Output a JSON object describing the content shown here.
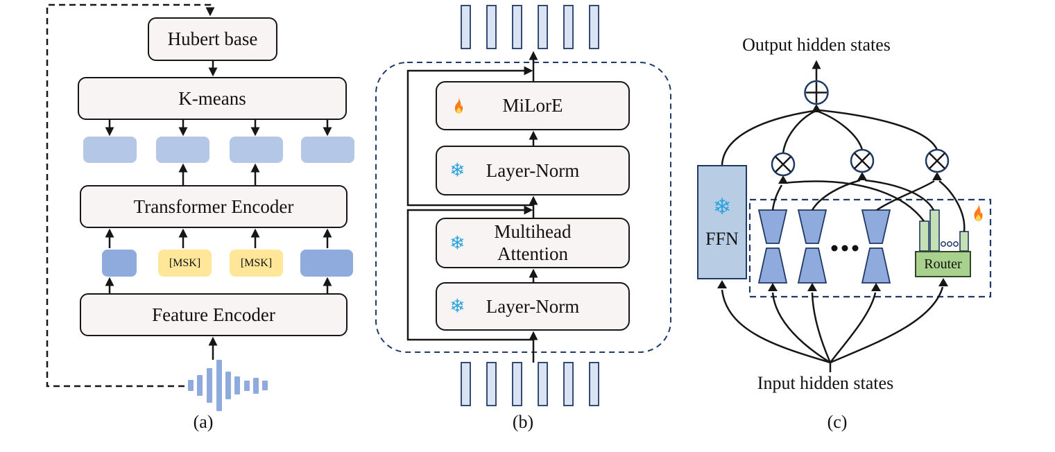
{
  "panels": {
    "a": {
      "label": "(a)",
      "hubert": "Hubert base",
      "kmeans": "K-means",
      "transformer": "Transformer Encoder",
      "feature": "Feature Encoder",
      "masked_tokens": [
        "[MSK]",
        "[MSK]"
      ]
    },
    "b": {
      "label": "(b)",
      "milore": "MiLorE",
      "layer_norm_top": "Layer-Norm",
      "multihead_attention": "Multihead\nAttention",
      "layer_norm_bottom": "Layer-Norm"
    },
    "c": {
      "label": "(c)",
      "output_text": "Output hidden states",
      "input_text": "Input hidden states",
      "ffn": "FFN",
      "router": "Router"
    }
  },
  "icons": {
    "snowflake": "❄",
    "snowflake_meaning": "frozen",
    "fire_meaning": "trainable"
  },
  "colors": {
    "box_fill": "#F7F4F3",
    "light_blue_token": "#B4C7E7",
    "mid_blue": "#8FAADC",
    "msk_yellow": "#FFE699",
    "bar_fill": "#DAE3F3",
    "navy": "#1F3864",
    "ffn_fill": "#B8CCE4",
    "router_green": "#A9D18E",
    "router_bar_green": "#C5E0B4",
    "snowflake_blue": "#2FA3DC",
    "line_black": "#161616"
  }
}
